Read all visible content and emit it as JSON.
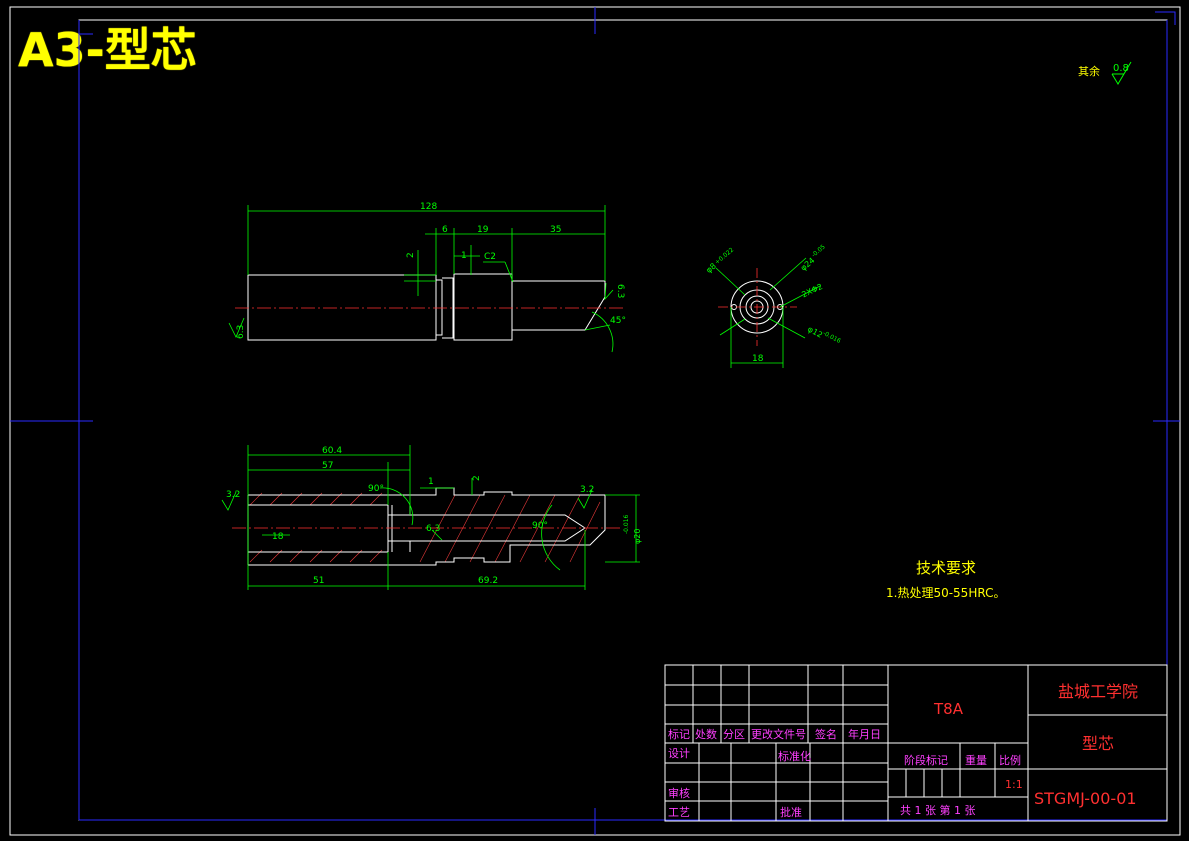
{
  "sheet_title": "A3-型芯",
  "surface_note": {
    "label": "其余",
    "roughness": "0.8"
  },
  "front_view": {
    "dims": {
      "overall": "128",
      "d6": "6",
      "d19": "19",
      "d1": "1",
      "d35": "35",
      "d2": "2",
      "chamfer": "C2",
      "angle": "45°"
    },
    "roughness": {
      "left": "6.3",
      "right": "6.3"
    }
  },
  "end_view": {
    "dims": {
      "inner": "φ8",
      "inner_tol": "+0.022",
      "outer": "φ24",
      "outer_tol": "-0.05",
      "holes": "2XΦ2",
      "boss": "φ12",
      "boss_tol": "-0.016",
      "width": "18"
    }
  },
  "section_view": {
    "dims": {
      "d60_4": "60.4",
      "d57": "57",
      "d1": "1",
      "d2": "2",
      "ang90a": "90°",
      "ang90b": "90°",
      "d18": "18",
      "r6_3": "6.3",
      "d51": "51",
      "d69_2": "69.2",
      "dia20": "φ20",
      "dia20_tol": "-0.016"
    },
    "roughness": {
      "left": "3.2",
      "right": "3.2"
    }
  },
  "tech_req": {
    "heading": "技术要求",
    "line1": "1.热处理50-55HRC。"
  },
  "title_block": {
    "material": "T8A",
    "school": "盐城工学院",
    "part_name": "型芯",
    "drawing_no": "STGMJ-00-01",
    "headers": [
      "标记",
      "处数",
      "分区",
      "更改文件号",
      "签名",
      "年月日"
    ],
    "design": "设计",
    "standardize": "标准化",
    "review": "审核",
    "process": "工艺",
    "approve": "批准",
    "stage_mark": "阶段标记",
    "weight": "重量",
    "scale_label": "比例",
    "scale_value": "1:1",
    "sheets": "共 1 张 第 1 张"
  }
}
